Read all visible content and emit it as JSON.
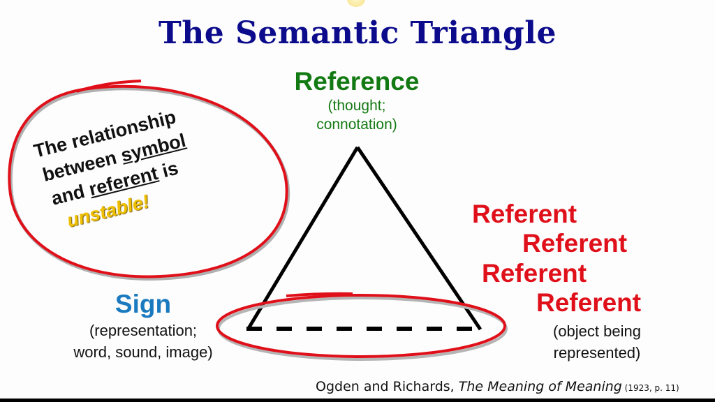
{
  "slide": {
    "title": "The Semantic Triangle",
    "colors": {
      "title": "#0b0b8c",
      "reference": "#137a13",
      "sign": "#1a7abf",
      "referent": "#e0101a",
      "annotation": "#e0101a",
      "highlight": "#f0c000"
    }
  },
  "nodes": {
    "reference": {
      "label": "Reference",
      "sub_line1": "(thought;",
      "sub_line2": "connotation)"
    },
    "sign": {
      "label": "Sign",
      "sub_line1": "(representation;",
      "sub_line2": "word, sound, image)"
    },
    "referent": {
      "labels": [
        "Referent",
        "Referent",
        "Referent",
        "Referent"
      ],
      "sub_line1": "(object being",
      "sub_line2": "represented)"
    }
  },
  "annotation": {
    "line1": "The relationship",
    "line2_a": "between ",
    "line2_b": "symbol",
    "line3_a": "and ",
    "line3_b": "referent",
    "line3_c": " is",
    "line4": "unstable!"
  },
  "citation": {
    "authors": "Ogden and Richards, ",
    "work": "The Meaning of Meaning",
    "detail": " (1923, p. 11)"
  }
}
